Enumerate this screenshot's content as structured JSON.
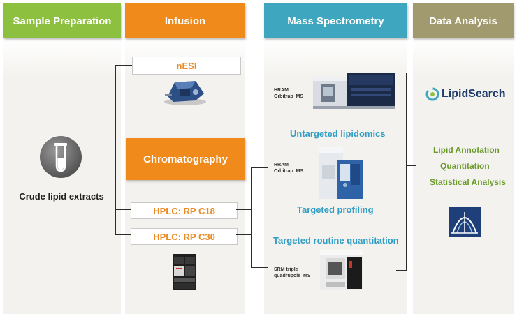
{
  "headers": {
    "sample_preparation": "Sample Preparation",
    "infusion": "Infusion",
    "mass_spectrometry": "Mass Spectrometry",
    "data_analysis": "Data Analysis"
  },
  "sample_preparation": {
    "label": "Crude lipid extracts",
    "icon": "test-tube-icon"
  },
  "infusion": {
    "nesi_label": "nESI",
    "chromatography_label": "Chromatography",
    "hplc_c18": "HPLC:   RP C18",
    "hplc_c30": "HPLC:   RP C30"
  },
  "mass_spectrometry": {
    "instrument1": "HRAM\nOrbitrap  MS",
    "instrument2": "HRAM\nOrbitrap  MS",
    "instrument3": "SRM triple\nquadrupole  MS",
    "untargeted": "Untargeted lipidomics",
    "targeted_profiling": "Targeted profiling",
    "targeted_routine": "Targeted routine quantitation"
  },
  "data_analysis": {
    "software_name": "LipidSearch",
    "items": [
      "Lipid Annotation",
      "Quantitation",
      "Statistical Analysis"
    ]
  },
  "colors": {
    "green": "#8dc03f",
    "orange": "#f08a1b",
    "teal": "#3fa6bf",
    "olive": "#a19a6e"
  }
}
